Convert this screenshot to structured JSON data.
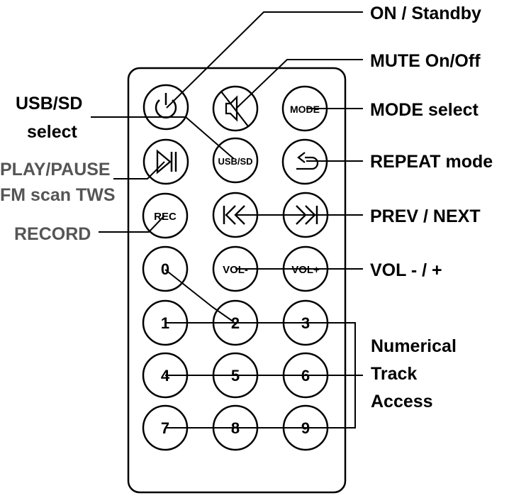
{
  "colors": {
    "ink": "#000000",
    "label_dark": "#000000",
    "label_gray": "#555555",
    "background": "#ffffff"
  },
  "buttons": {
    "mode": "MODE",
    "usb_sd": "USB/SD",
    "rec": "REC",
    "vol_minus": "VOL-",
    "vol_plus": "VOL+",
    "digit_0": "0",
    "digit_1": "1",
    "digit_2": "2",
    "digit_3": "3",
    "digit_4": "4",
    "digit_5": "5",
    "digit_6": "6",
    "digit_7": "7",
    "digit_8": "8",
    "digit_9": "9"
  },
  "icons": {
    "power": "power-icon",
    "mute": "mute-icon",
    "play_pause": "play-pause-icon",
    "repeat": "repeat-icon",
    "prev": "prev-icon",
    "next": "next-icon"
  },
  "labels": {
    "on_standby": "ON / Standby",
    "mute": "MUTE On/Off",
    "mode_select": "MODE select",
    "usb_sd_line1": "USB/SD",
    "usb_sd_line2": "select",
    "repeat_mode": "REPEAT mode",
    "play_pause": "PLAY/PAUSE",
    "fm_scan": "FM scan TWS",
    "prev_next": "PREV / NEXT",
    "record": "RECORD",
    "vol": "VOL - / +",
    "numerical_line1": "Numerical",
    "numerical_line2": "Track",
    "numerical_line3": "Access"
  }
}
